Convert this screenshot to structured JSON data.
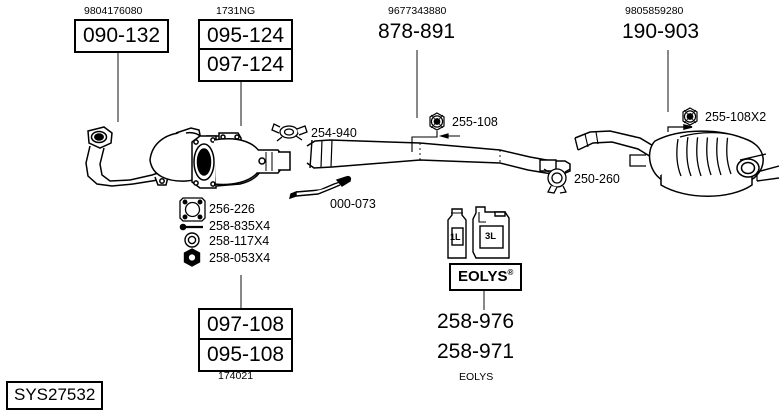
{
  "diagram": {
    "sheet_code": "SYS27532",
    "title_hidden": "",
    "top_labels": [
      {
        "oem": "9804176080",
        "codes": [
          "090-132"
        ]
      },
      {
        "oem": "1731NG",
        "codes": [
          "095-124",
          "097-124"
        ]
      },
      {
        "oem": "9677343880",
        "codes": [
          "878-891"
        ]
      },
      {
        "oem": "9805859280",
        "codes": [
          "190-903"
        ]
      }
    ],
    "bottom_labels": {
      "left": {
        "codes": [
          "097-108",
          "095-108"
        ],
        "caption": "174021"
      },
      "center": {
        "codes": [
          "258-976",
          "258-971"
        ],
        "caption": "EOLYS"
      }
    },
    "hardware": [
      {
        "code": "254-940",
        "icon": "pipe-clamp-icon"
      },
      {
        "code": "255-108",
        "icon": "hex-bolt-icon"
      },
      {
        "code": "255-108X2",
        "icon": "hex-bolt-icon"
      },
      {
        "code": "250-260",
        "icon": "ring-clamp-icon"
      },
      {
        "code": "000-073",
        "icon": "oxygen-sensor-icon"
      },
      {
        "code": "256-226",
        "icon": "flange-gasket-icon"
      },
      {
        "code": "258-835X4",
        "icon": "stud-bolt-icon"
      },
      {
        "code": "258-117X4",
        "icon": "washer-icon"
      },
      {
        "code": "258-053X4",
        "icon": "hex-nut-icon"
      }
    ],
    "eolys": {
      "brand": "EOLYS",
      "registered": "®",
      "bottle_small": "1L",
      "bottle_large": "3L"
    },
    "colors": {
      "line": "#000000",
      "background": "#ffffff",
      "leader": "#3a3a3a"
    }
  }
}
